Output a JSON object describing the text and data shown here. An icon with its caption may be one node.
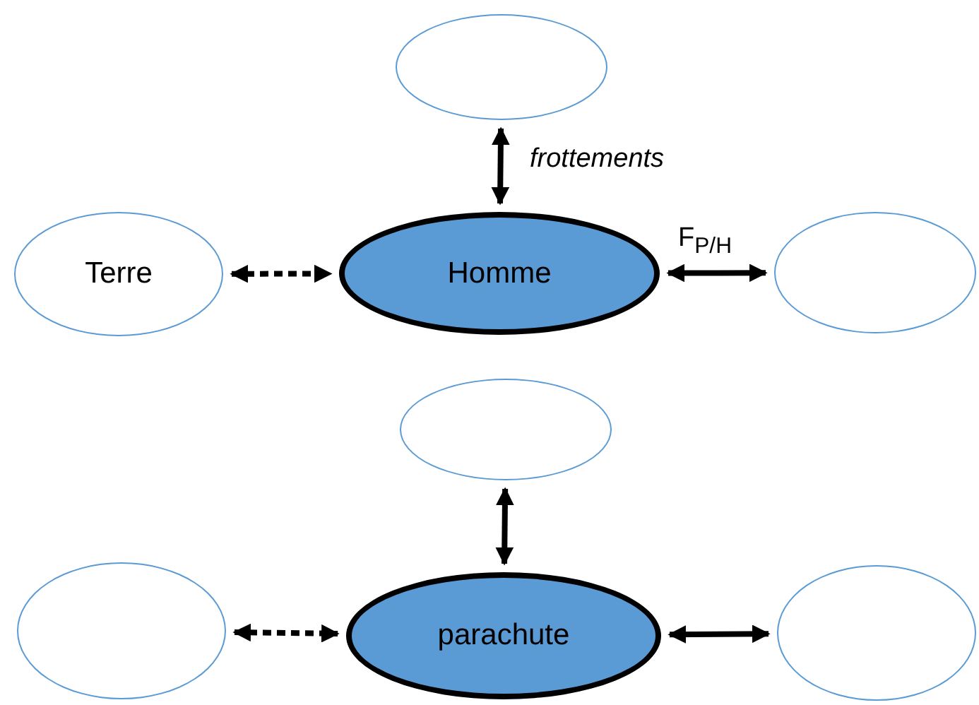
{
  "diagram": {
    "nodes": [
      {
        "text": [],
        "shape": "circle"
      },
      {
        "text": [
          "Terre"
        ]
      },
      {
        "text": [
          "Homme"
        ]
      },
      {
        "text": [],
        "shape": "circle"
      },
      {
        "text": [],
        "shape": "circle"
      },
      {
        "text": [],
        "shape": "circle"
      },
      {
        "text": [
          "parachute"
        ]
      },
      {
        "text": [],
        "shape": "circle"
      }
    ],
    "edges": [
      {
        "from": 2,
        "to": 0,
        "arrow": "both",
        "label": "frottements"
      },
      {
        "from": 1,
        "to": 2,
        "arrow": "both",
        "style": "dashed"
      },
      {
        "from": 2,
        "to": 3,
        "arrow": "both",
        "label": "F$_{P/H}$"
      },
      {
        "from": 6,
        "to": 4,
        "arrow": "both"
      },
      {
        "from": 5,
        "to": 6,
        "arrow": "both",
        "style": "dashed"
      },
      {
        "from": 6,
        "to": 7,
        "arrow": "both"
      }
    ]
  }
}
